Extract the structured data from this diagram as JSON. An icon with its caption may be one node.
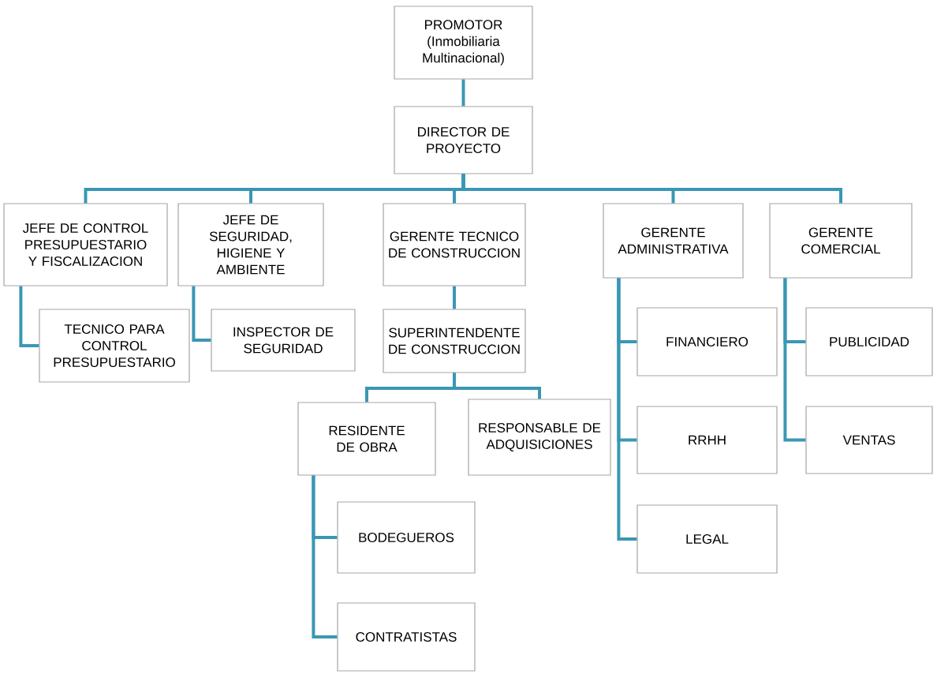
{
  "diagram": {
    "nodes": [
      {
        "text": [
          "PROMOTOR (Inmobiliaria Multinacional)"
        ]
      },
      {
        "text": [
          "DIRECTOR DE PROYECTO"
        ]
      },
      {
        "text": [
          "JEFE DE CONTROL PRESUPUESTARIO Y FISCALIZACION"
        ]
      },
      {
        "text": [
          "JEFE DE SEGURIDAD, HIGIENE Y AMBIENTE"
        ]
      },
      {
        "text": [
          "GERENTE TECNICO DE CONSTRUCCION"
        ]
      },
      {
        "text": [
          "GERENTE ADMINISTRATIVA"
        ]
      },
      {
        "text": [
          "GERENTE COMERCIAL"
        ]
      },
      {
        "text": [
          "TECNICO PARA CONTROL PRESUPUESTARIO"
        ]
      },
      {
        "text": [
          "INSPECTOR DE SEGURIDAD"
        ]
      },
      {
        "text": [
          "SUPERINTENDENTE DE CONSTRUCCION"
        ]
      },
      {
        "text": [
          "RESIDENTE DE OBRA"
        ]
      },
      {
        "text": [
          "RESPONSABLE DE ADQUISICIONES"
        ]
      },
      {
        "text": [
          "BODEGUEROS"
        ]
      },
      {
        "text": [
          "CONTRATISTAS"
        ]
      },
      {
        "text": [
          "FINANCIERO"
        ]
      },
      {
        "text": [
          "RRHH"
        ]
      },
      {
        "text": [
          "LEGAL"
        ]
      },
      {
        "text": [
          "PUBLICIDAD"
        ]
      },
      {
        "text": [
          "VENTAS"
        ]
      }
    ],
    "edges": [
      {
        "from": 0,
        "to": 1,
        "arrow": "none"
      },
      {
        "from": 1,
        "to": 2,
        "arrow": "none"
      },
      {
        "from": 1,
        "to": 3,
        "arrow": "none"
      },
      {
        "from": 1,
        "to": 4,
        "arrow": "none"
      },
      {
        "from": 1,
        "to": 5,
        "arrow": "none"
      },
      {
        "from": 1,
        "to": 6,
        "arrow": "none"
      },
      {
        "from": 2,
        "to": 7,
        "arrow": "none"
      },
      {
        "from": 3,
        "to": 8,
        "arrow": "none"
      },
      {
        "from": 4,
        "to": 9,
        "arrow": "none"
      },
      {
        "from": 9,
        "to": 10,
        "arrow": "none"
      },
      {
        "from": 9,
        "to": 11,
        "arrow": "none"
      },
      {
        "from": 10,
        "to": 12,
        "arrow": "none"
      },
      {
        "from": 10,
        "to": 13,
        "arrow": "none"
      },
      {
        "from": 5,
        "to": 14,
        "arrow": "none"
      },
      {
        "from": 5,
        "to": 15,
        "arrow": "none"
      },
      {
        "from": 5,
        "to": 16,
        "arrow": "none"
      },
      {
        "from": 6,
        "to": 17,
        "arrow": "none"
      },
      {
        "from": 6,
        "to": 18,
        "arrow": "none"
      }
    ]
  }
}
